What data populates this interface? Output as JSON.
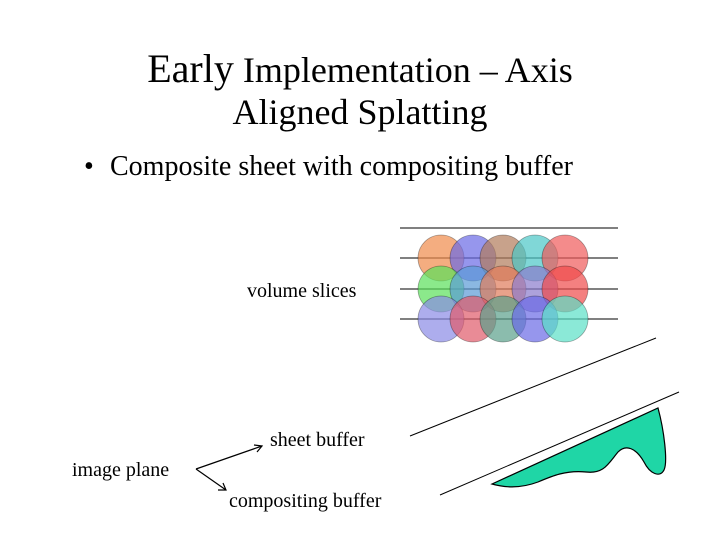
{
  "title": {
    "line1_early": "Early",
    "line1_rest": " Implementation – Axis",
    "line2": "Aligned Splatting"
  },
  "bullet": {
    "symbol": "•",
    "text": "Composite sheet with compositing buffer"
  },
  "labels": {
    "volume_slices": "volume slices",
    "sheet_buffer": "sheet buffer",
    "image_plane": "image plane",
    "compositing_buffer": "compositing buffer"
  },
  "colors": {
    "buffer_fill": "#1fd6a6",
    "splat_rows": [
      [
        "#f08a4a",
        "#6a6ae6",
        "#b07a5a",
        "#4ac6c6",
        "#f05a5a"
      ],
      [
        "#5ae05a",
        "#5a9ad6",
        "#e07a5a",
        "#8a7acc",
        "#f04a4a"
      ],
      [
        "#8a8ae6",
        "#e05a6a",
        "#5aa08a",
        "#6a6ae6",
        "#5ae0c6"
      ]
    ]
  }
}
